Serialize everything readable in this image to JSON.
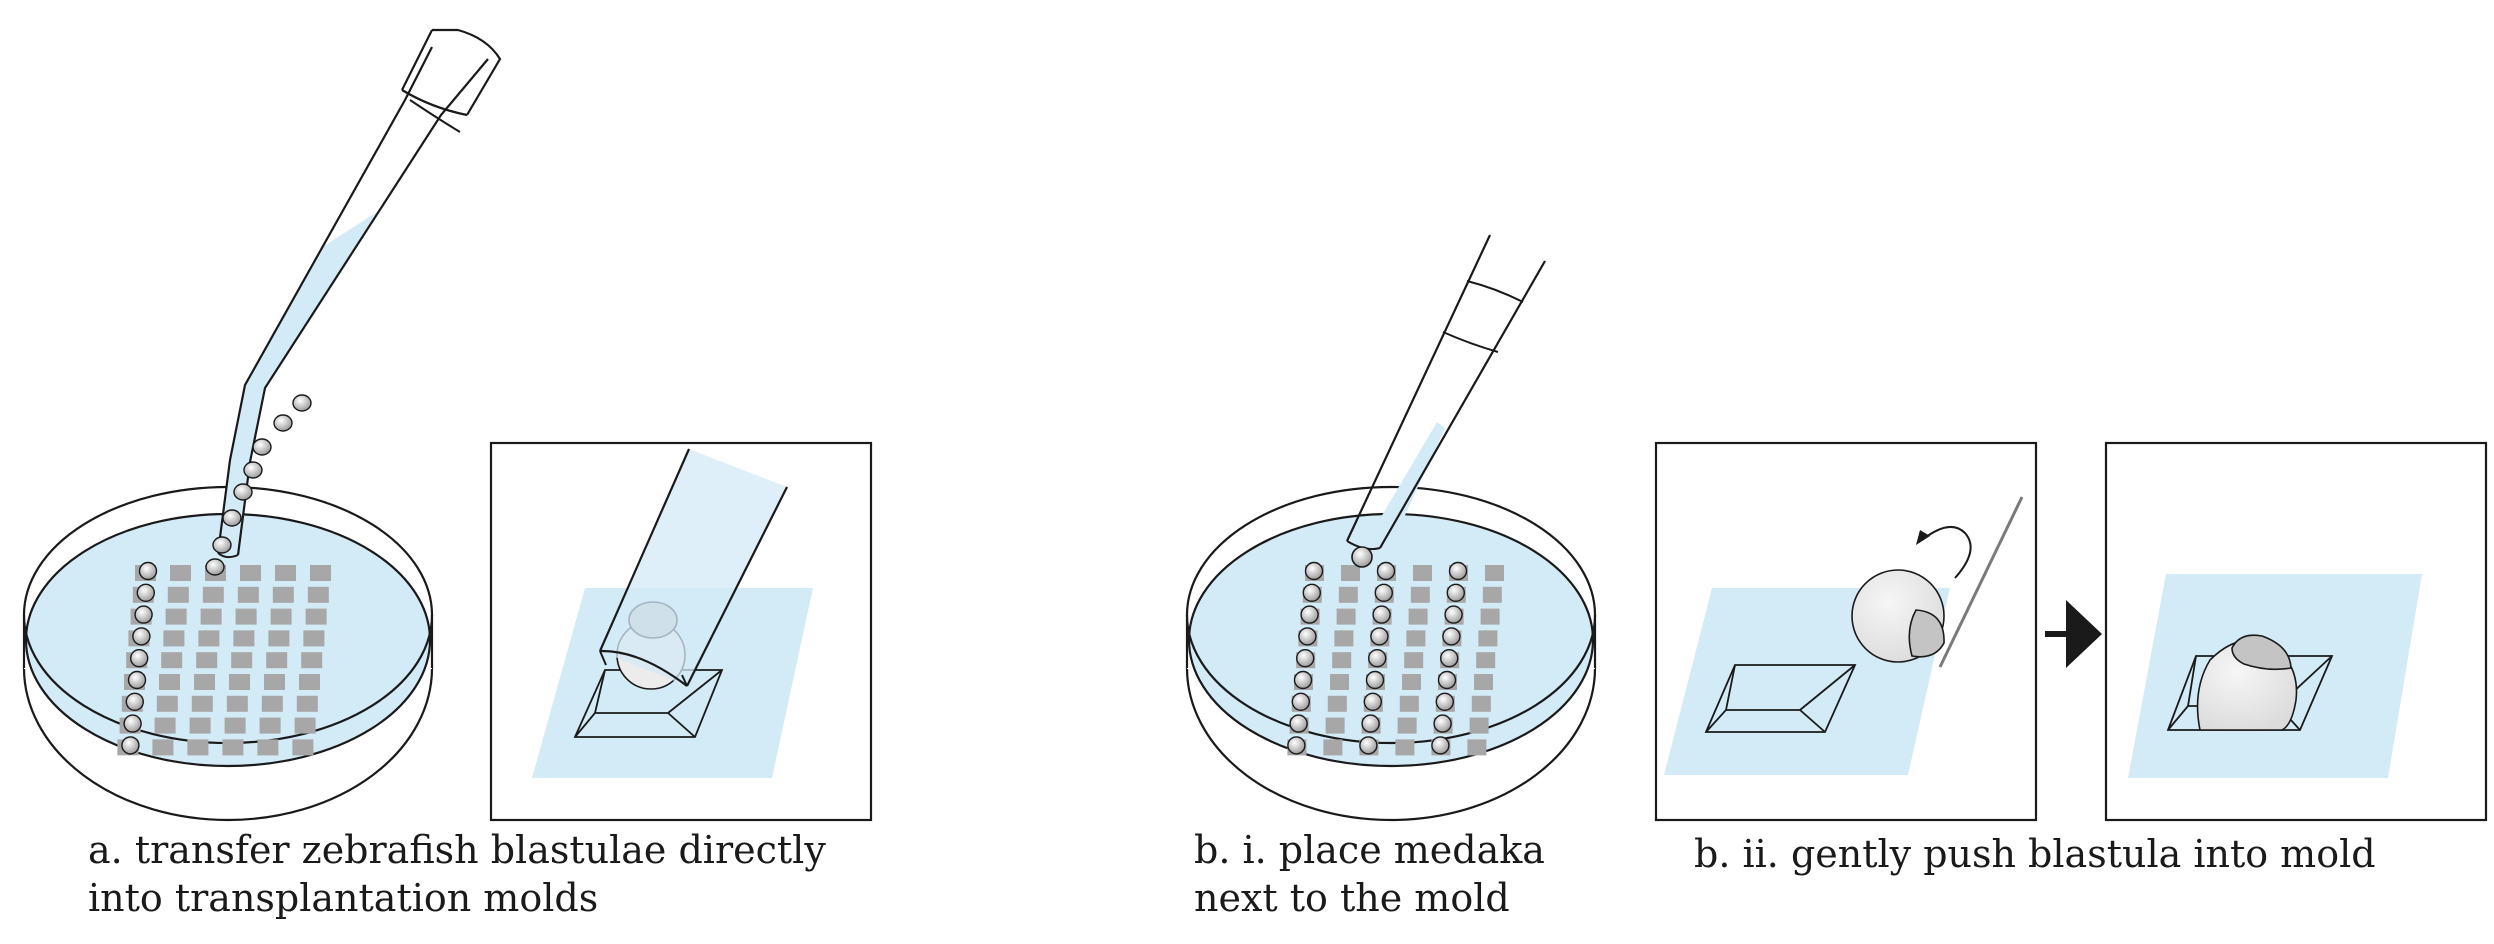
{
  "captions": {
    "a": "a. transfer zebrafish blastulae directly into transplantation molds",
    "b_i": "b. i. place medaka next to the mold",
    "b_ii": "b. ii. gently push blastula into mold"
  },
  "colors": {
    "water": "#d3eaf7",
    "mold": "#a7a7a7",
    "line": "#1a1a1a",
    "embryo": "#e6e6e6",
    "yolk_cap": "#c4c4c4"
  }
}
